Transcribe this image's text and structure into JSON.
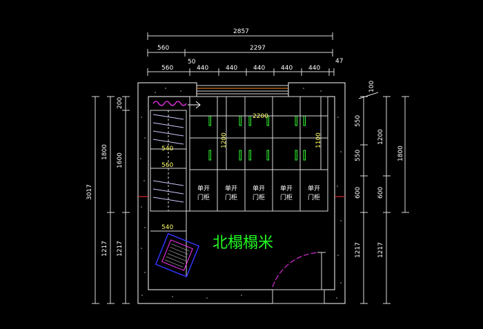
{
  "dimensions": {
    "top_total": "2857",
    "top_row2": [
      "560",
      "2297"
    ],
    "top_row2_small": "50",
    "top_row3": [
      "560",
      "440",
      "440",
      "440",
      "440",
      "440"
    ],
    "top_row3_right": "47",
    "left_total": "3017",
    "left_mid": [
      "1800",
      "1217"
    ],
    "left_inner": [
      "200",
      "1600",
      "1217"
    ],
    "right_small": "100",
    "right_col1": [
      "550",
      "550",
      "600",
      "1217"
    ],
    "right_col2": [
      "1200",
      "600",
      "1217"
    ],
    "right_col3": [
      "1800"
    ],
    "interior_width": "2200",
    "cabinet_h1": "1200",
    "cabinet_h2": "1100",
    "shelf_widths": [
      "540",
      "560",
      "540"
    ]
  },
  "cabinets": {
    "line1": "单开",
    "line2": "门柜",
    "count": 5
  },
  "room_label": "北榻榻米",
  "colors": {
    "background": "#000000",
    "lines": "#dddddd",
    "dimension_text": "#ffffff",
    "interior_text": "#ffff66",
    "room_label": "#22ff22",
    "accent_magenta": "#ff33ff",
    "accent_orange": "#ff9933",
    "accent_green": "#33ff33",
    "accent_blue": "#3333ff"
  }
}
